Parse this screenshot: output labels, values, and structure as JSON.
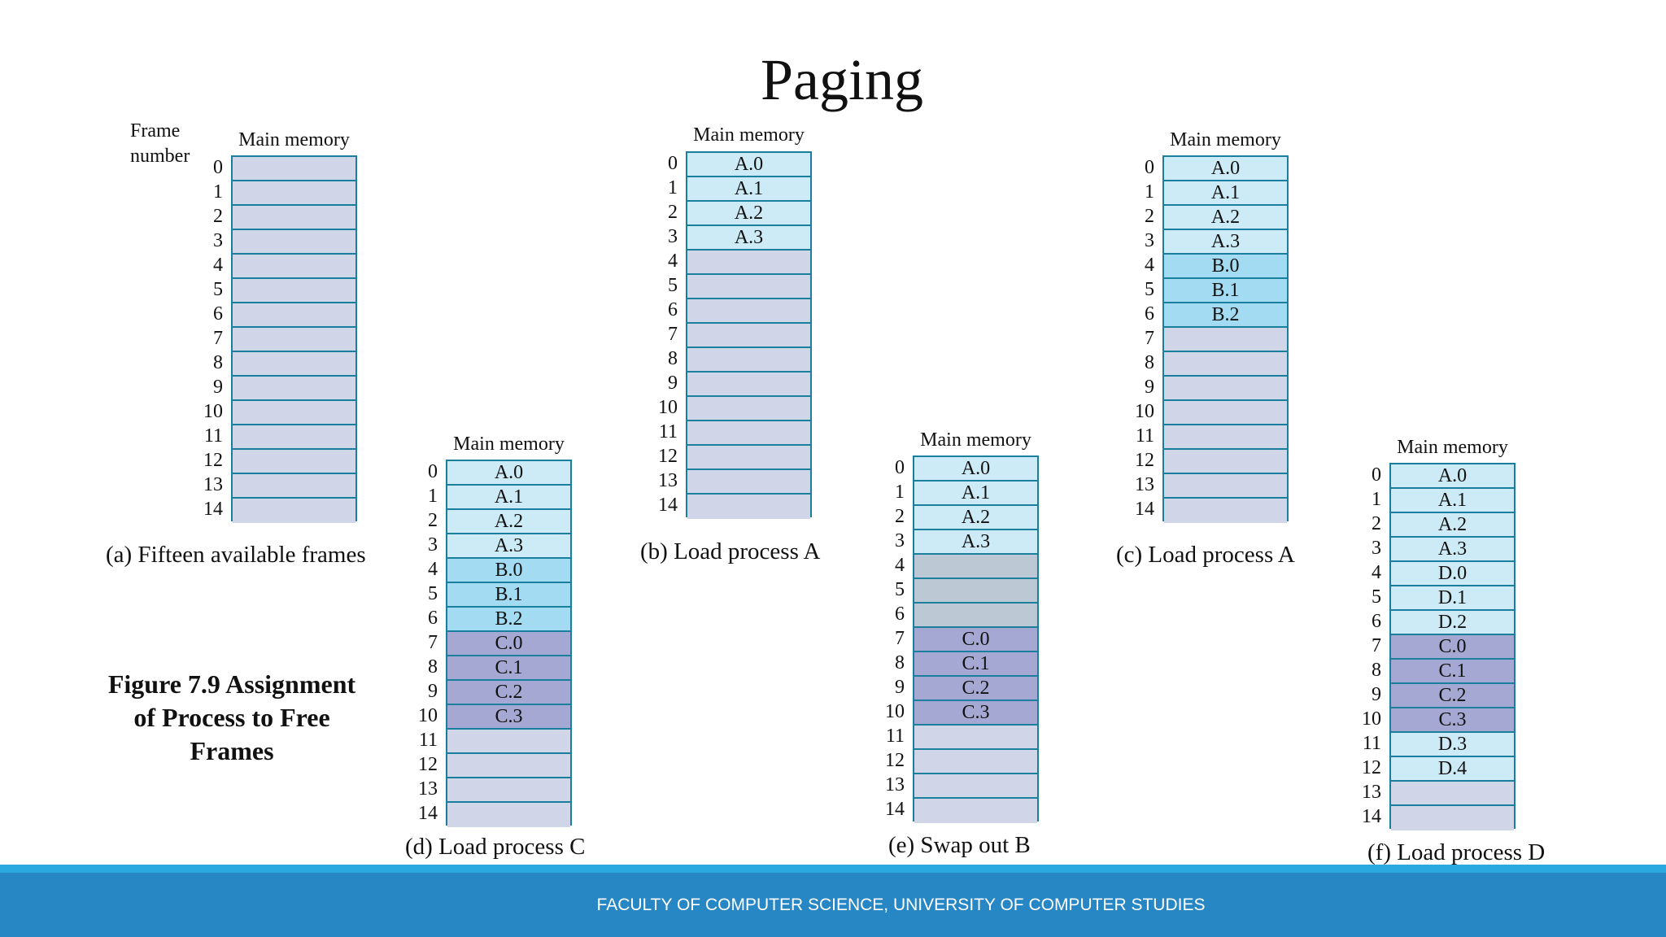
{
  "title": "Paging",
  "frame_header": [
    "Frame",
    "number"
  ],
  "figure_caption": [
    "Figure 7.9 Assignment",
    "of Process to Free",
    "Frames"
  ],
  "footer": "FACULTY OF COMPUTER SCIENCE, UNIVERSITY OF COMPUTER STUDIES",
  "colors": {
    "free": "#d0d6e8",
    "process_a": "#cdebf6",
    "process_b": "#a3dbf2",
    "process_c": "#a5a8d3",
    "process_d": "#cdebf6",
    "swapped_out": "#bdc8d5",
    "border": "#1a7f9c",
    "footer_bar": "#2786c4",
    "footer_stripe": "#2aa9e0"
  },
  "panels": [
    {
      "id": "a",
      "memory_label": "Main memory",
      "caption": "(a) Fifteen available frames",
      "frames": [
        "",
        "",
        "",
        "",
        "",
        "",
        "",
        "",
        "",
        "",
        "",
        "",
        "",
        "",
        ""
      ],
      "fills": [
        "free",
        "free",
        "free",
        "free",
        "free",
        "free",
        "free",
        "free",
        "free",
        "free",
        "free",
        "free",
        "free",
        "free",
        "free"
      ]
    },
    {
      "id": "b",
      "memory_label": "Main memory",
      "caption": "(b) Load process A",
      "frames": [
        "A.0",
        "A.1",
        "A.2",
        "A.3",
        "",
        "",
        "",
        "",
        "",
        "",
        "",
        "",
        "",
        "",
        ""
      ],
      "fills": [
        "process_a",
        "process_a",
        "process_a",
        "process_a",
        "free",
        "free",
        "free",
        "free",
        "free",
        "free",
        "free",
        "free",
        "free",
        "free",
        "free"
      ]
    },
    {
      "id": "c",
      "memory_label": "Main memory",
      "caption": "(c) Load process A",
      "frames": [
        "A.0",
        "A.1",
        "A.2",
        "A.3",
        "B.0",
        "B.1",
        "B.2",
        "",
        "",
        "",
        "",
        "",
        "",
        "",
        ""
      ],
      "fills": [
        "process_a",
        "process_a",
        "process_a",
        "process_a",
        "process_b",
        "process_b",
        "process_b",
        "free",
        "free",
        "free",
        "free",
        "free",
        "free",
        "free",
        "free"
      ]
    },
    {
      "id": "d",
      "memory_label": "Main memory",
      "caption": "(d) Load process C",
      "frames": [
        "A.0",
        "A.1",
        "A.2",
        "A.3",
        "B.0",
        "B.1",
        "B.2",
        "C.0",
        "C.1",
        "C.2",
        "C.3",
        "",
        "",
        "",
        ""
      ],
      "fills": [
        "process_a",
        "process_a",
        "process_a",
        "process_a",
        "process_b",
        "process_b",
        "process_b",
        "process_c",
        "process_c",
        "process_c",
        "process_c",
        "free",
        "free",
        "free",
        "free"
      ]
    },
    {
      "id": "e",
      "memory_label": "Main memory",
      "caption": "(e) Swap out B",
      "frames": [
        "A.0",
        "A.1",
        "A.2",
        "A.3",
        "",
        "",
        "",
        "C.0",
        "C.1",
        "C.2",
        "C.3",
        "",
        "",
        "",
        ""
      ],
      "fills": [
        "process_a",
        "process_a",
        "process_a",
        "process_a",
        "swapped_out",
        "swapped_out",
        "swapped_out",
        "process_c",
        "process_c",
        "process_c",
        "process_c",
        "free",
        "free",
        "free",
        "free"
      ]
    },
    {
      "id": "f",
      "memory_label": "Main memory",
      "caption": "(f) Load process D",
      "frames": [
        "A.0",
        "A.1",
        "A.2",
        "A.3",
        "D.0",
        "D.1",
        "D.2",
        "C.0",
        "C.1",
        "C.2",
        "C.3",
        "D.3",
        "D.4",
        "",
        ""
      ],
      "fills": [
        "process_a",
        "process_a",
        "process_a",
        "process_a",
        "process_d",
        "process_d",
        "process_d",
        "process_c",
        "process_c",
        "process_c",
        "process_c",
        "process_d",
        "process_d",
        "free",
        "free"
      ]
    }
  ]
}
